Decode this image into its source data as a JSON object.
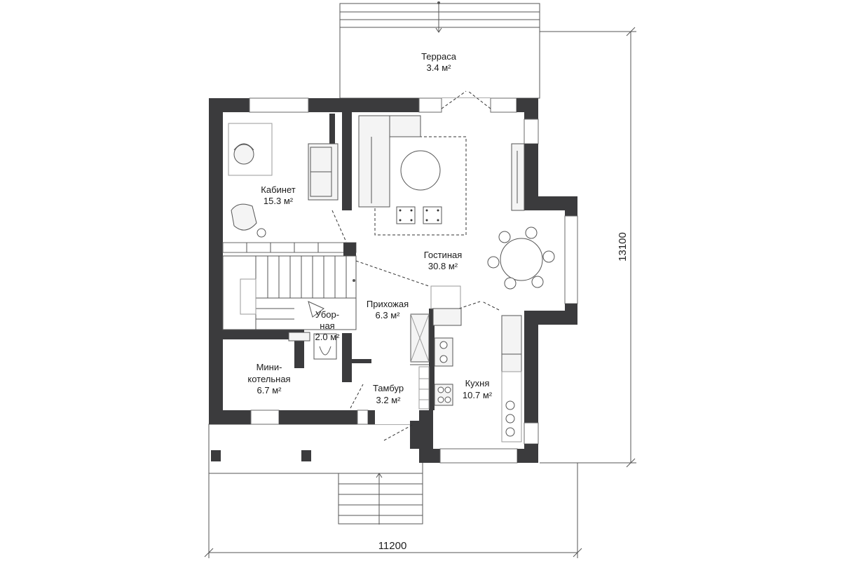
{
  "rooms": {
    "terrace": {
      "name": "Терраса",
      "area": "3.4 м²"
    },
    "office": {
      "name": "Кабинет",
      "area": "15.3 м²"
    },
    "living": {
      "name": "Гостиная",
      "area": "30.8 м²"
    },
    "hall": {
      "name": "Прихожая",
      "area": "6.3 м²"
    },
    "wc": {
      "name_line1": "Убор-",
      "name_line2": "ная",
      "area": "2.0 м²"
    },
    "boiler": {
      "name_line1": "Мини-",
      "name_line2": "котельная",
      "area": "6.7 м²"
    },
    "vestibule": {
      "name": "Тамбур",
      "area": "3.2 м²"
    },
    "kitchen": {
      "name": "Кухня",
      "area": "10.7 м²"
    }
  },
  "dimensions": {
    "width": "11200",
    "height": "13100"
  },
  "colors": {
    "wall": "#3b3b3d",
    "line": "#555555",
    "background": "#ffffff"
  }
}
